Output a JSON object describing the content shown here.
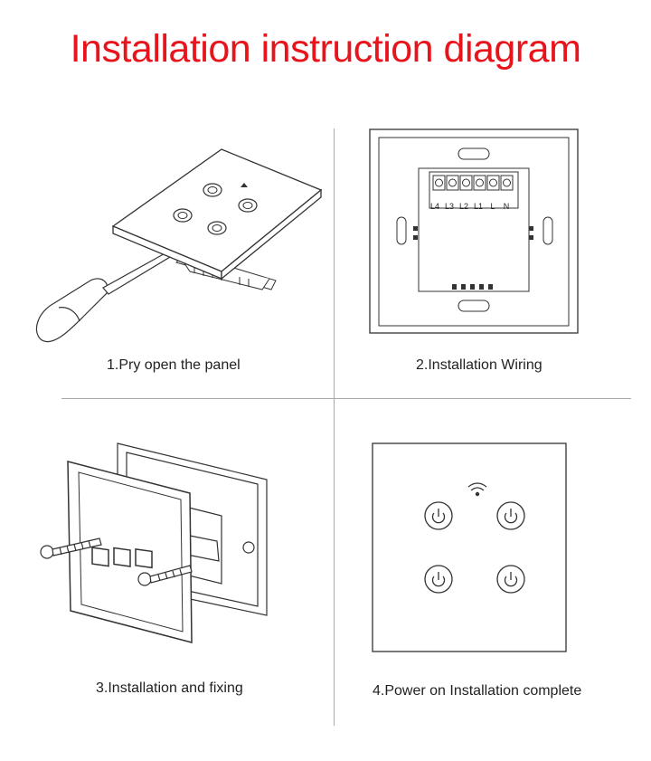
{
  "title": "Installation instruction diagram",
  "steps": [
    {
      "caption": "1.Pry open the panel"
    },
    {
      "caption": "2.Installation Wiring"
    },
    {
      "caption": "3.Installation and fixing"
    },
    {
      "caption": "4.Power on Installation complete"
    }
  ],
  "terminals": [
    "L4",
    "L3",
    "L2",
    "L1",
    "L",
    "N"
  ],
  "colors": {
    "title": "#e8141b",
    "line": "#333333",
    "divider": "#a8a8a8"
  },
  "icons": [
    "power-icon",
    "wifi-icon",
    "screw-icon",
    "screwdriver-icon"
  ]
}
